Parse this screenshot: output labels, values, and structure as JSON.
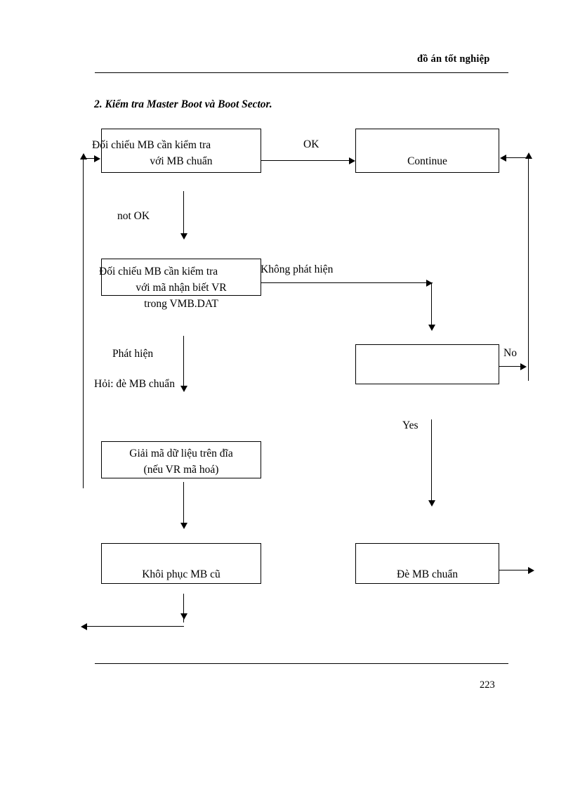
{
  "page": {
    "header_text": "đồ án tốt nghiệp",
    "page_number": "223",
    "section_title": "2. Kiểm tra Master Boot và Boot Sector."
  },
  "flowchart": {
    "nodes": [
      {
        "id": "compare-mb-standard",
        "lines": [
          "Đối chiếu MB cần kiểm tra",
          "với MB chuẩn"
        ]
      },
      {
        "id": "continue",
        "lines": [
          "Continue"
        ]
      },
      {
        "id": "compare-mb-vr",
        "lines": [
          "Đối chiếu MB cần kiểm tra",
          "với mã nhận biết VR",
          "trong VMB.DAT"
        ]
      },
      {
        "id": "decision-empty",
        "lines": [
          ""
        ]
      },
      {
        "id": "decrypt-disk-data",
        "lines": [
          "Giải mã dữ liệu trên đĩa",
          "(nếu VR mã hoá)"
        ]
      },
      {
        "id": "restore-old-mb",
        "lines": [
          "Khôi phục MB cũ"
        ]
      },
      {
        "id": "overwrite-standard-mb",
        "lines": [
          "Đè MB chuẩn"
        ]
      }
    ],
    "edge_labels": {
      "ok": "OK",
      "not_ok": "not OK",
      "not_detected": "Không phát hiện",
      "detected": "Phát hiện",
      "ask_overwrite": "Hỏi: đè MB chuẩn",
      "no": "No",
      "yes": "Yes"
    }
  }
}
